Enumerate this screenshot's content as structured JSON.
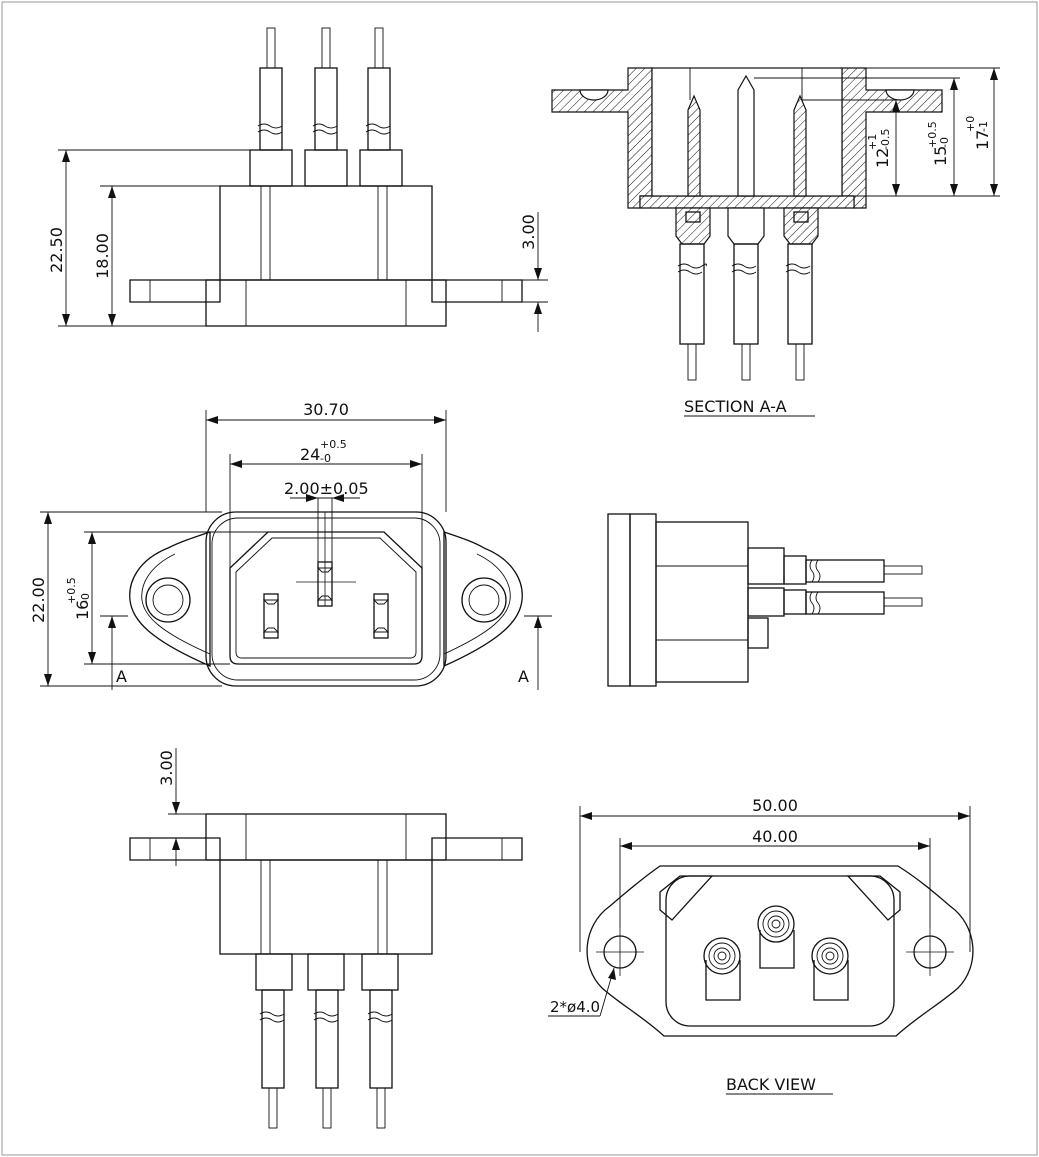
{
  "labels": {
    "section_view": "SECTION A-A",
    "back_view": "BACK VIEW",
    "section_marker_left": "A",
    "section_marker_right": "A"
  },
  "dims": {
    "side_height_total": "22.50",
    "side_height_body": "18.00",
    "side_flange_thickness": "3.00",
    "section_d1_base": "12",
    "section_d1_tol_plus": "+1",
    "section_d1_tol_minus": "-0.5",
    "section_d2_base": "15",
    "section_d2_tol_plus": "+0.5",
    "section_d2_tol_minus": "-0",
    "section_d3_base": "17",
    "section_d3_tol_plus": "+0",
    "section_d3_tol_minus": "-1",
    "front_width_body": "30.70",
    "front_width_inner_base": "24",
    "front_width_inner_tol_plus": "+0.5",
    "front_width_inner_tol_minus": "-0",
    "front_pin_spacing": "2.00±0.05",
    "front_height_total": "22.00",
    "front_height_inner_base": "16",
    "front_height_inner_tol_plus": "+0.5",
    "front_height_inner_tol_minus": "-0",
    "bottom_flange_thickness": "3.00",
    "back_width_total": "50.00",
    "back_hole_spacing": "40.00",
    "back_hole_dia": "2*ø4.0"
  }
}
